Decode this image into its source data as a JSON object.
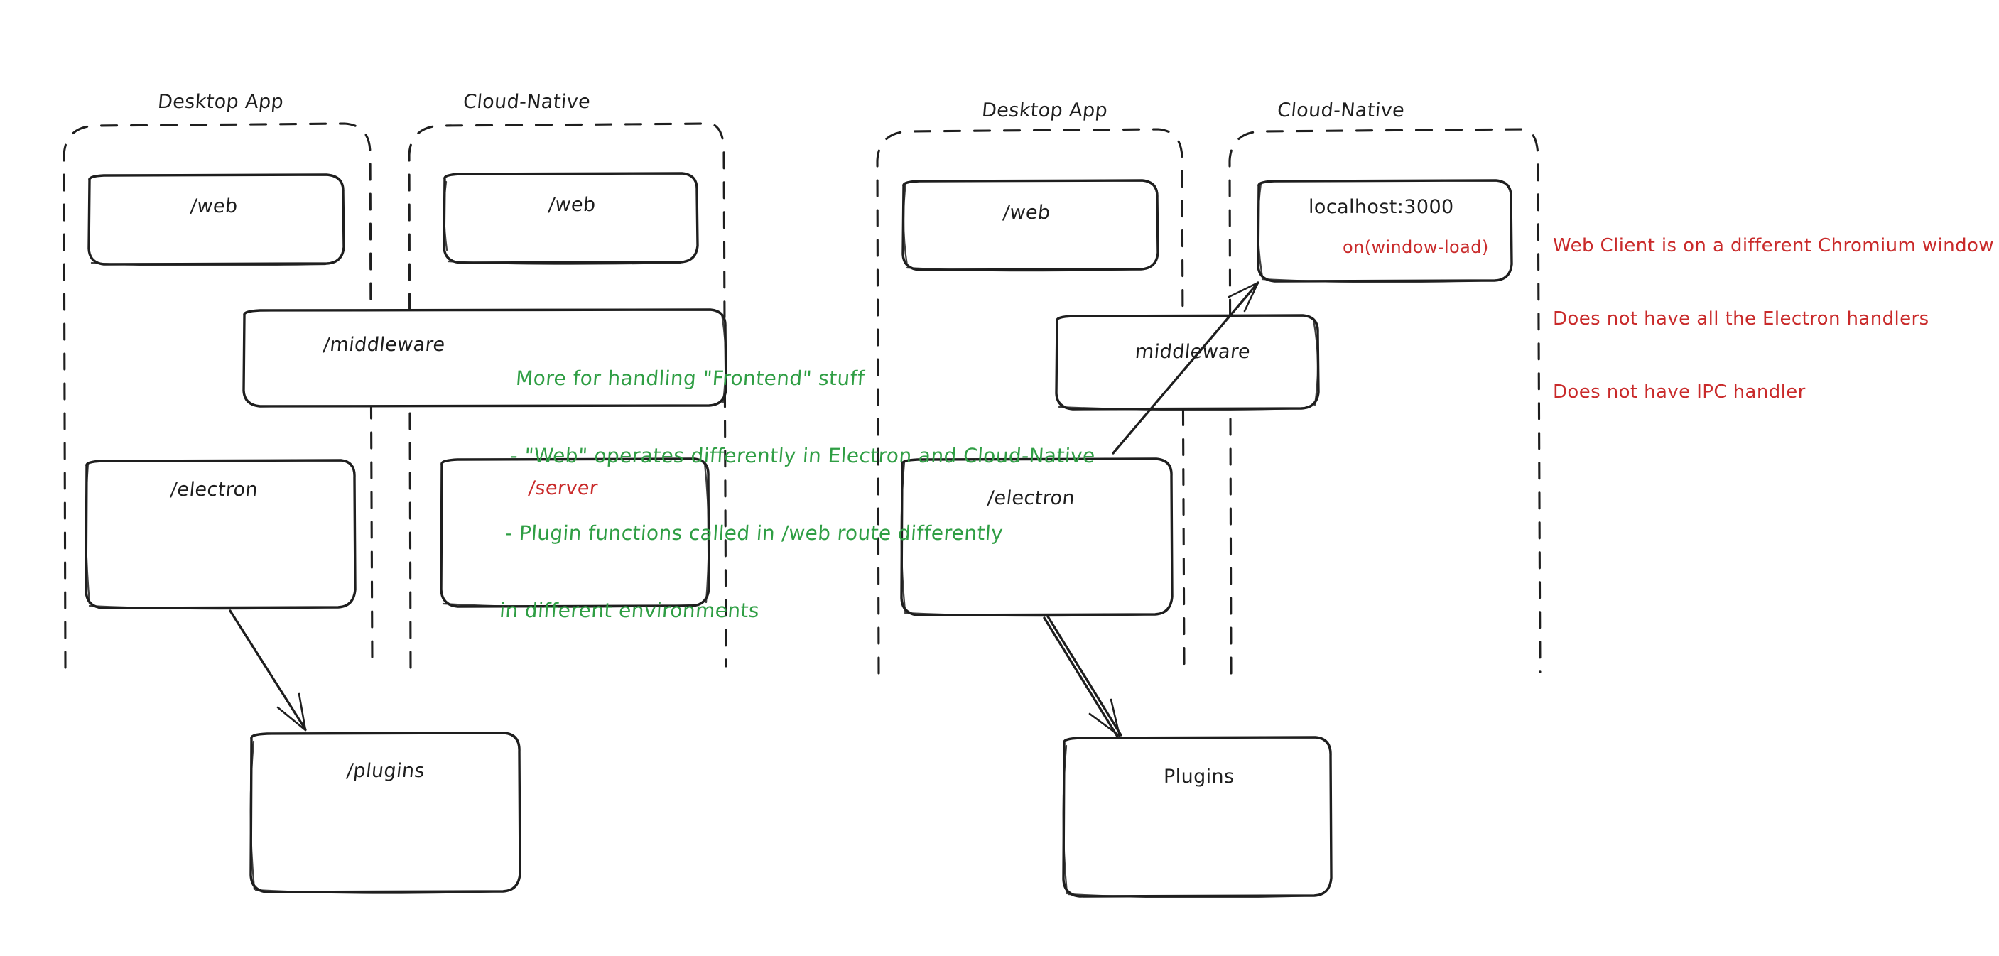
{
  "diagram": {
    "type": "hand-drawn architecture diagram",
    "background": "#ffffff",
    "colors": {
      "ink": "#1e1e1e",
      "green_note": "#2f9e44",
      "red_note": "#c92a2a"
    },
    "panels": [
      {
        "id": "left-panel",
        "groups": [
          {
            "id": "left-desktop-app",
            "label": "Desktop App",
            "style": "dashed",
            "boxes": [
              {
                "id": "left-desktop-web",
                "label": "/web",
                "color": "ink"
              },
              {
                "id": "left-desktop-electron",
                "label": "/electron",
                "color": "ink"
              }
            ]
          },
          {
            "id": "left-cloud-native",
            "label": "Cloud-Native",
            "style": "dashed",
            "boxes": [
              {
                "id": "left-cloud-web",
                "label": "/web",
                "color": "ink"
              },
              {
                "id": "left-cloud-server",
                "label": "/server",
                "color": "red"
              }
            ]
          }
        ],
        "spanning_boxes": [
          {
            "id": "left-middleware",
            "label": "/middleware",
            "color": "ink"
          }
        ],
        "standalone_boxes": [
          {
            "id": "left-plugins",
            "label": "/plugins",
            "color": "ink"
          }
        ],
        "arrows": [
          {
            "id": "left-electron-to-plugins",
            "from": "left-desktop-electron",
            "to": "left-plugins"
          }
        ]
      },
      {
        "id": "right-panel",
        "groups": [
          {
            "id": "right-desktop-app",
            "label": "Desktop App",
            "style": "dashed",
            "boxes": [
              {
                "id": "right-desktop-web",
                "label": "/web",
                "color": "ink"
              },
              {
                "id": "right-desktop-electron",
                "label": "/electron",
                "color": "ink"
              }
            ]
          },
          {
            "id": "right-cloud-native",
            "label": "Cloud-Native",
            "style": "dashed",
            "boxes": [
              {
                "id": "right-localhost",
                "label": "localhost:3000",
                "color": "ink",
                "sublabel": "on(window-load)",
                "sublabel_color": "red"
              }
            ]
          }
        ],
        "spanning_boxes": [
          {
            "id": "right-middleware",
            "label": "middleware",
            "color": "ink"
          }
        ],
        "standalone_boxes": [
          {
            "id": "right-plugins",
            "label": "Plugins",
            "color": "ink"
          }
        ],
        "arrows": [
          {
            "id": "right-electron-to-plugins",
            "from": "right-desktop-electron",
            "to": "right-plugins"
          },
          {
            "id": "right-electron-to-localhost",
            "from": "right-desktop-electron",
            "to": "right-localhost"
          }
        ]
      }
    ],
    "notes": [
      {
        "id": "green-note",
        "color": "green",
        "lines": [
          "More for handling \"Frontend\" stuff",
          "- \"Web\" operates differently in Electron and Cloud-Native",
          "- Plugin functions called in /web route differently",
          "in different environments"
        ]
      },
      {
        "id": "red-note",
        "color": "red",
        "lines": [
          "Web Client is on a different Chromium window",
          "Does not have all the Electron handlers",
          "Does not have IPC handler"
        ]
      }
    ]
  }
}
